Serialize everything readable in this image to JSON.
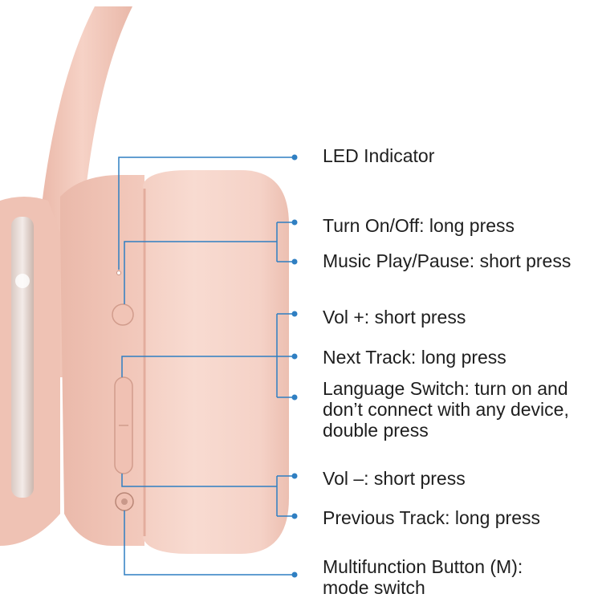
{
  "colors": {
    "leader_line": "#2f7fc2",
    "headphone_pink": "#f2c6b8",
    "cushion_pink": "#f7d6cc",
    "text": "#1e1e1e"
  },
  "callouts": {
    "led_indicator": "LED Indicator",
    "turn_on_off": "Turn On/Off: long press",
    "music_play_pause": "Music Play/Pause: short press",
    "vol_up": "Vol +: short press",
    "next_track": "Next Track: long press",
    "language_switch": "Language Switch: turn on and\ndon’t connect with any device,\ndouble press",
    "vol_down": "Vol –: short press",
    "previous_track": "Previous Track: long press",
    "multifunction_button": "Multifunction Button (M):\nmode switch"
  }
}
